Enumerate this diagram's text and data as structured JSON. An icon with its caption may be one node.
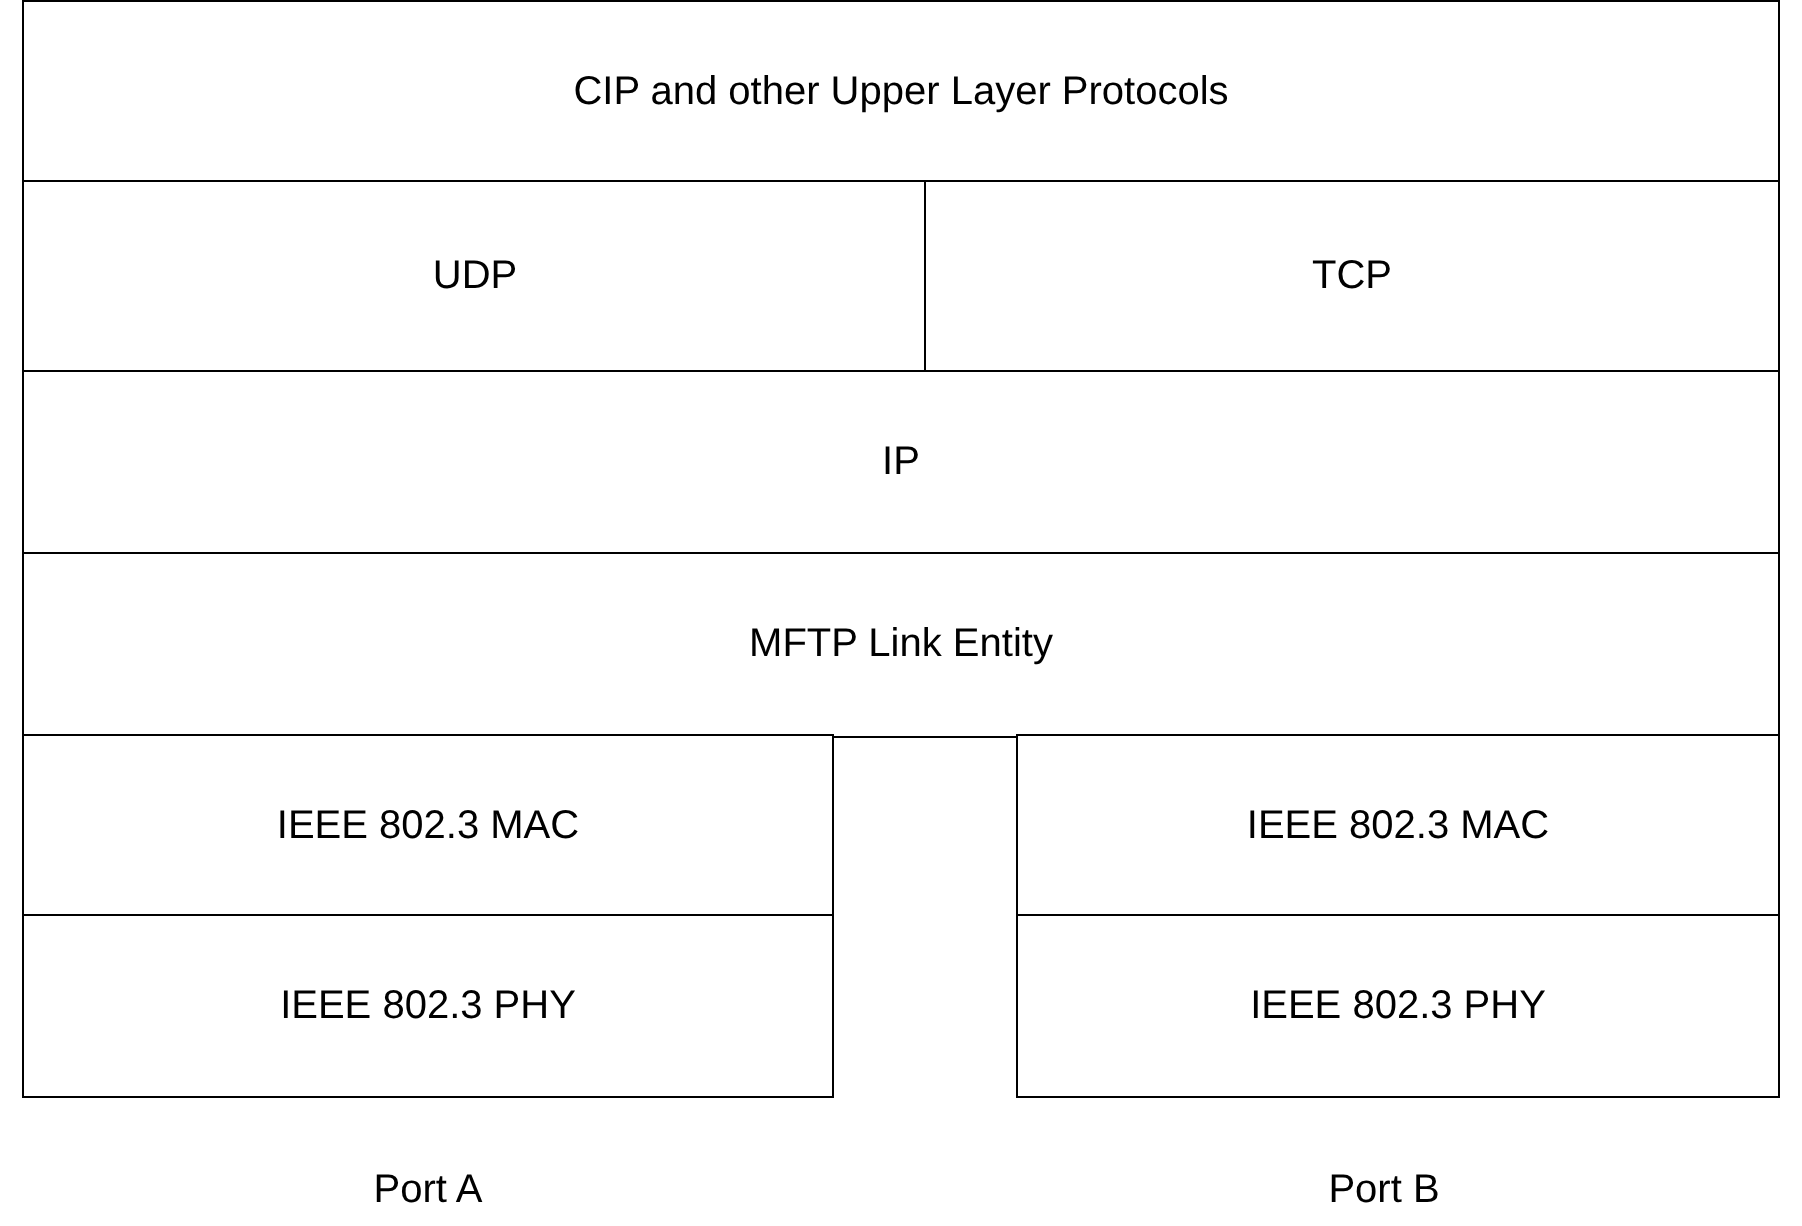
{
  "diagram": {
    "nodes": [
      {
        "text": [
          "CIP and other Upper Layer Protocols"
        ]
      },
      {
        "text": [
          "UDP"
        ]
      },
      {
        "text": [
          "TCP"
        ]
      },
      {
        "text": [
          "IP"
        ]
      },
      {
        "text": [
          "MFTP Link Entity"
        ]
      },
      {
        "text": [
          "IEEE 802.3 MAC"
        ]
      },
      {
        "text": [
          "IEEE 802.3 PHY"
        ]
      },
      {
        "text": [
          "IEEE 802.3 MAC"
        ]
      },
      {
        "text": [
          "IEEE 802.3 PHY"
        ]
      }
    ],
    "labels": [
      "Port A",
      "Port B"
    ]
  }
}
